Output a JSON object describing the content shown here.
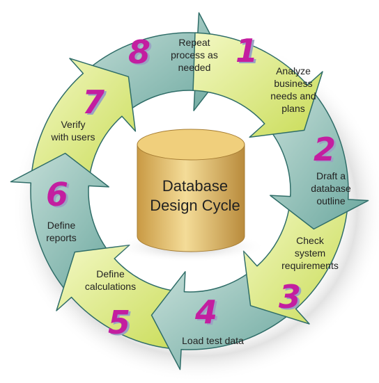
{
  "center": {
    "line1": "Database",
    "line2": "Design Cycle"
  },
  "steps": [
    {
      "number": "1",
      "text": "Analyze\nbusiness\nneeds and\nplans"
    },
    {
      "number": "2",
      "text": "Draft a\ndatabase\noutline"
    },
    {
      "number": "3",
      "text": "Check\nsystem\nrequirements"
    },
    {
      "number": "4",
      "text": "Load test data"
    },
    {
      "number": "5",
      "text": "Define\ncalculations"
    },
    {
      "number": "6",
      "text": "Define\nreports"
    },
    {
      "number": "7",
      "text": "Verify\nwith users"
    },
    {
      "number": "8",
      "text": "Repeat\nprocess as\nneeded"
    }
  ],
  "colors": {
    "green_arrow": "#dceb84",
    "teal_arrow": "#8fc1b9",
    "arrow_outline": "#2f6d68",
    "number": "#c31ea0",
    "cylinder": "#e3c173"
  }
}
